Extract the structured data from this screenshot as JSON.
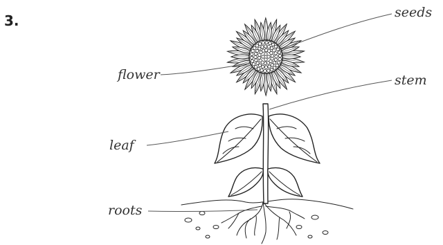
{
  "question": {
    "number": "3."
  },
  "labels": {
    "seeds": "seeds",
    "flower": "flower",
    "stem": "stem",
    "leaf": "leaf",
    "roots": "roots"
  }
}
